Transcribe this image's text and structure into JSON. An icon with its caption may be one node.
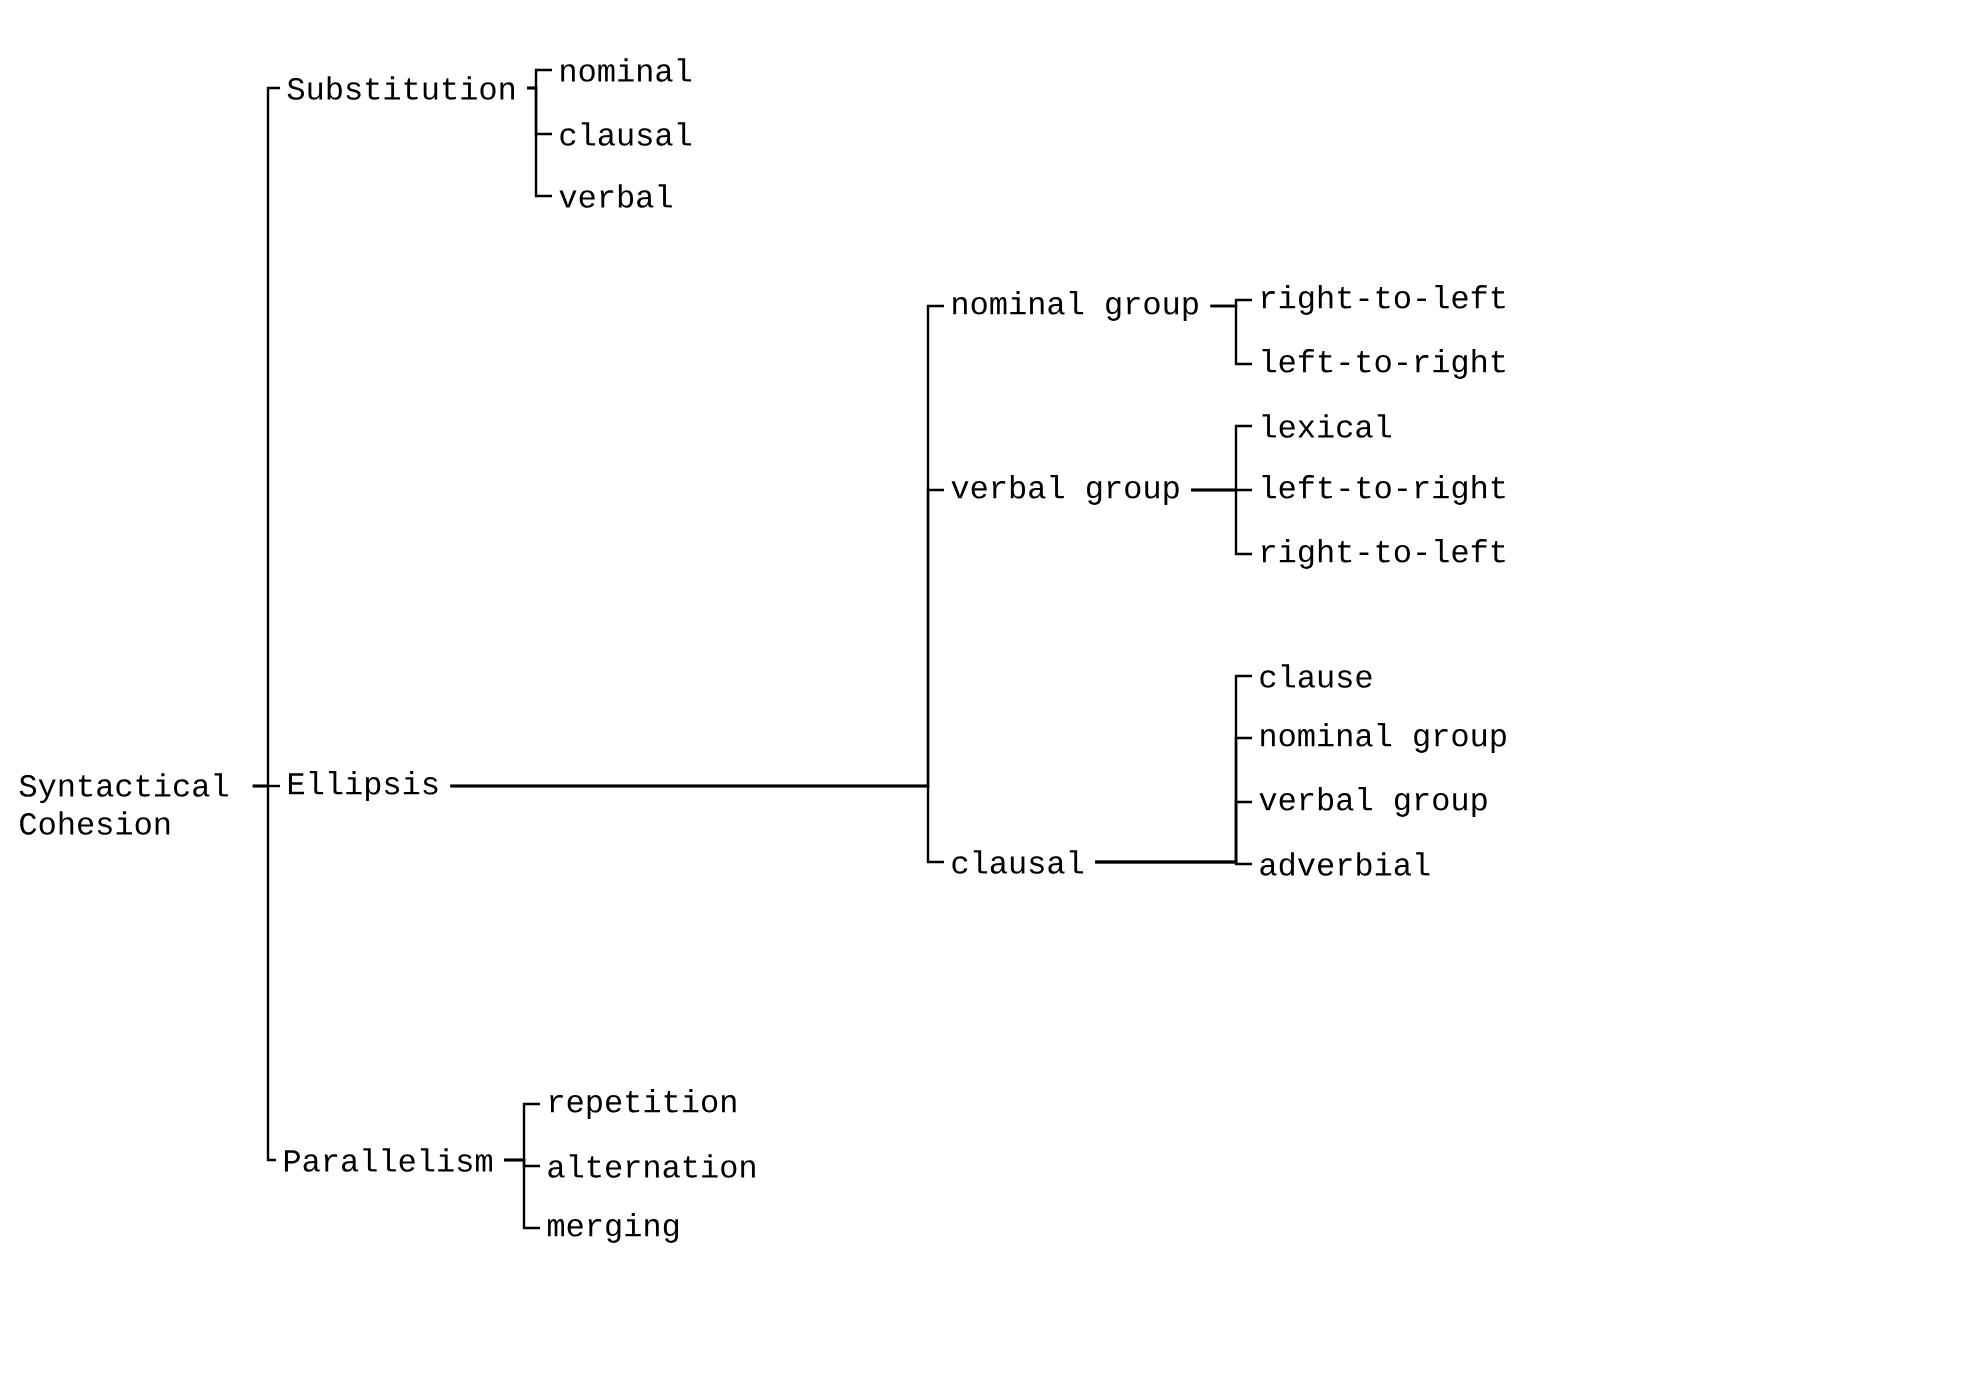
{
  "diagram": {
    "nodes": [
      {
        "text": [
          "Syntactical Cohesion"
        ]
      },
      {
        "text": [
          "Substitution"
        ]
      },
      {
        "text": [
          "nominal"
        ]
      },
      {
        "text": [
          "clausal"
        ]
      },
      {
        "text": [
          "verbal"
        ]
      },
      {
        "text": [
          "Ellipsis"
        ]
      },
      {
        "text": [
          "nominal group"
        ]
      },
      {
        "text": [
          "right-to-left"
        ]
      },
      {
        "text": [
          "left-to-right"
        ]
      },
      {
        "text": [
          "verbal group"
        ]
      },
      {
        "text": [
          "lexical"
        ]
      },
      {
        "text": [
          "left-to-right"
        ]
      },
      {
        "text": [
          "right-to-left"
        ]
      },
      {
        "text": [
          "clausal"
        ]
      },
      {
        "text": [
          "clause"
        ]
      },
      {
        "text": [
          "nominal group"
        ]
      },
      {
        "text": [
          "verbal group"
        ]
      },
      {
        "text": [
          "adverbial"
        ]
      },
      {
        "text": [
          "Parallelism"
        ]
      },
      {
        "text": [
          "repetition"
        ]
      },
      {
        "text": [
          "alternation"
        ]
      },
      {
        "text": [
          "merging"
        ]
      }
    ],
    "edges": [
      {
        "from": 0,
        "to": 1,
        "arrow": "none"
      },
      {
        "from": 0,
        "to": 5,
        "arrow": "none"
      },
      {
        "from": 0,
        "to": 18,
        "arrow": "none"
      },
      {
        "from": 1,
        "to": 2,
        "arrow": "none"
      },
      {
        "from": 1,
        "to": 3,
        "arrow": "none"
      },
      {
        "from": 1,
        "to": 4,
        "arrow": "none"
      },
      {
        "from": 5,
        "to": 6,
        "arrow": "none"
      },
      {
        "from": 5,
        "to": 9,
        "arrow": "none"
      },
      {
        "from": 5,
        "to": 13,
        "arrow": "none"
      },
      {
        "from": 6,
        "to": 7,
        "arrow": "none"
      },
      {
        "from": 6,
        "to": 8,
        "arrow": "none"
      },
      {
        "from": 9,
        "to": 10,
        "arrow": "none"
      },
      {
        "from": 9,
        "to": 11,
        "arrow": "none"
      },
      {
        "from": 9,
        "to": 12,
        "arrow": "none"
      },
      {
        "from": 13,
        "to": 14,
        "arrow": "none"
      },
      {
        "from": 13,
        "to": 15,
        "arrow": "none"
      },
      {
        "from": 13,
        "to": 16,
        "arrow": "none"
      },
      {
        "from": 13,
        "to": 17,
        "arrow": "none"
      },
      {
        "from": 18,
        "to": 19,
        "arrow": "none"
      },
      {
        "from": 18,
        "to": 20,
        "arrow": "none"
      },
      {
        "from": 18,
        "to": 21,
        "arrow": "none"
      }
    ]
  }
}
